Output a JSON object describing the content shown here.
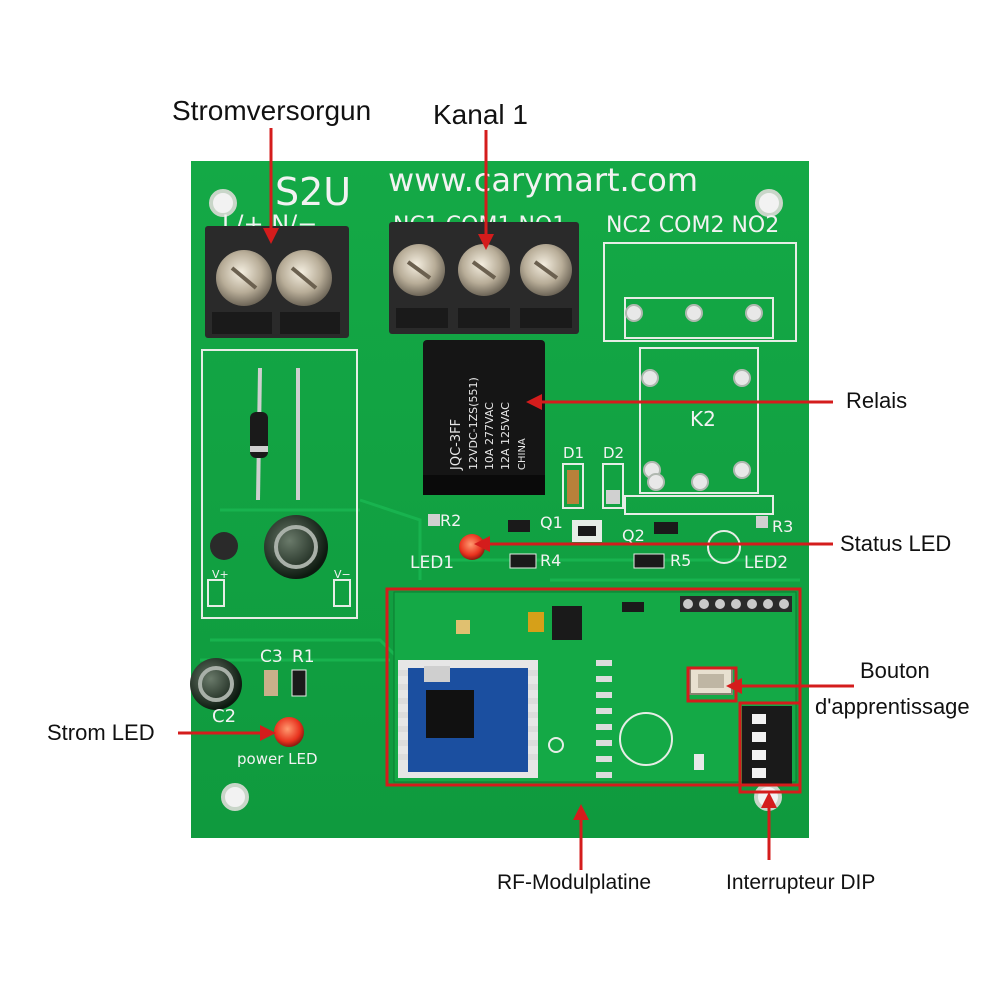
{
  "callouts": {
    "power_supply": "Stromversorgun",
    "channel": "Kanal 1",
    "relay": "Relais",
    "status_led": "Status LED",
    "learn_button_line1": "Bouton",
    "learn_button_line2": "d'apprentissage",
    "power_led": "Strom LED",
    "rf_module": "RF-Modulplatine",
    "dip_switch": "Interrupteur DIP"
  },
  "silkscreen": {
    "model": "S2U",
    "website": "www.carymart.com",
    "power_terminals": "L/+  N/−",
    "relay1_terminals": "NC1 COM1 NO1",
    "relay2_terminals": "NC2 COM2 NO2",
    "k2": "K2",
    "d1": "D1",
    "d2": "D2",
    "r2": "R2",
    "r3": "R3",
    "r4": "R4",
    "r5": "R5",
    "q1": "Q1",
    "q2": "Q2",
    "led1": "LED1",
    "led2": "LED2",
    "c2": "C2",
    "c3": "C3",
    "r1": "R1",
    "power_led_label": "power LED",
    "vplus": "V+",
    "vminus": "V−"
  },
  "relay_marking": {
    "model": "JQC-3FF",
    "coil": "12VDC-1ZS(551)",
    "rating1": "10A 277VAC",
    "rating2": "12A 125VAC",
    "origin": "CHINA"
  },
  "colors": {
    "pcb": "#10a040",
    "callout_line": "#d41c1c",
    "terminal": "#2a2a2a",
    "relay": "#151515",
    "led": "#e8321e"
  }
}
